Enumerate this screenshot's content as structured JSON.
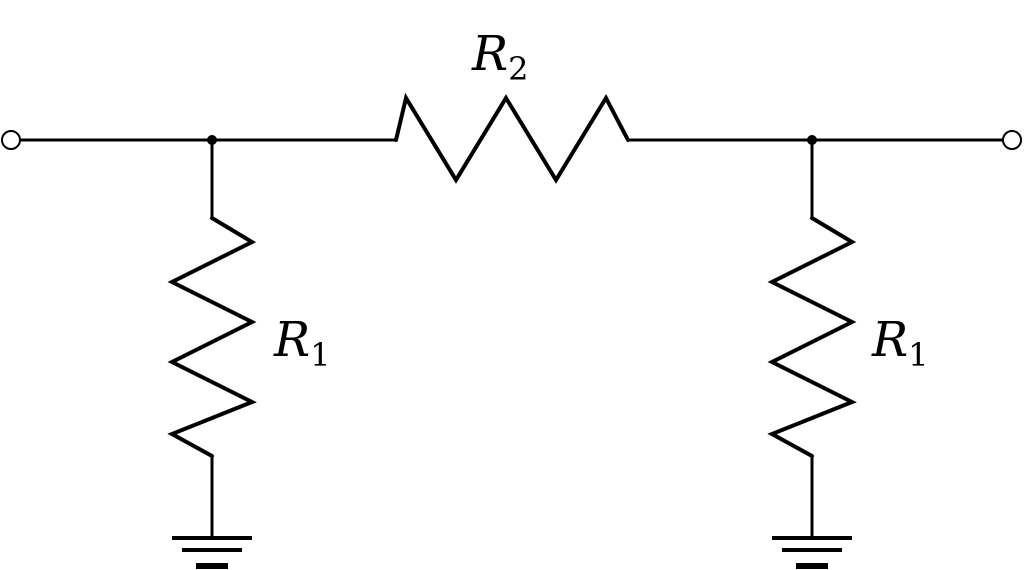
{
  "diagram": {
    "labels": {
      "r2": {
        "letter": "R",
        "sub": "2"
      },
      "r1_left": {
        "letter": "R",
        "sub": "1"
      },
      "r1_right": {
        "letter": "R",
        "sub": "1"
      }
    },
    "colors": {
      "stroke": "#000000",
      "background": "#ffffff"
    }
  }
}
